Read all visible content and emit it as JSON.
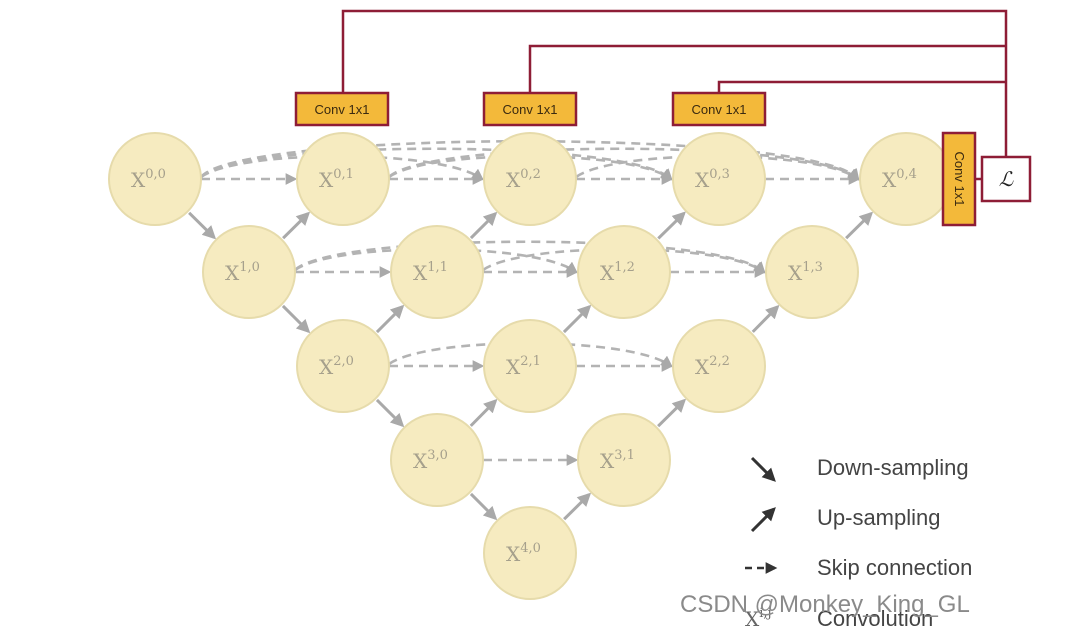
{
  "nodes": [
    {
      "id": "00",
      "label": "X",
      "sup": "0,0"
    },
    {
      "id": "01",
      "label": "X",
      "sup": "0,1"
    },
    {
      "id": "02",
      "label": "X",
      "sup": "0,2"
    },
    {
      "id": "03",
      "label": "X",
      "sup": "0,3"
    },
    {
      "id": "04",
      "label": "X",
      "sup": "0,4"
    },
    {
      "id": "10",
      "label": "X",
      "sup": "1,0"
    },
    {
      "id": "11",
      "label": "X",
      "sup": "1,1"
    },
    {
      "id": "12",
      "label": "X",
      "sup": "1,2"
    },
    {
      "id": "13",
      "label": "X",
      "sup": "1,3"
    },
    {
      "id": "20",
      "label": "X",
      "sup": "2,0"
    },
    {
      "id": "21",
      "label": "X",
      "sup": "2,1"
    },
    {
      "id": "22",
      "label": "X",
      "sup": "2,2"
    },
    {
      "id": "30",
      "label": "X",
      "sup": "3,0"
    },
    {
      "id": "31",
      "label": "X",
      "sup": "3,1"
    },
    {
      "id": "40",
      "label": "X",
      "sup": "4,0"
    }
  ],
  "conv": {
    "label": "Conv 1x1"
  },
  "loss": {
    "label": "ℒ"
  },
  "legend": {
    "down": "Down-sampling",
    "up": "Up-sampling",
    "skip": "Skip connection",
    "conv_symbol": "X",
    "conv_symbol_sup": "i,j",
    "conv": "Convolution"
  },
  "watermark": "CSDN @Monkey_King_GL"
}
